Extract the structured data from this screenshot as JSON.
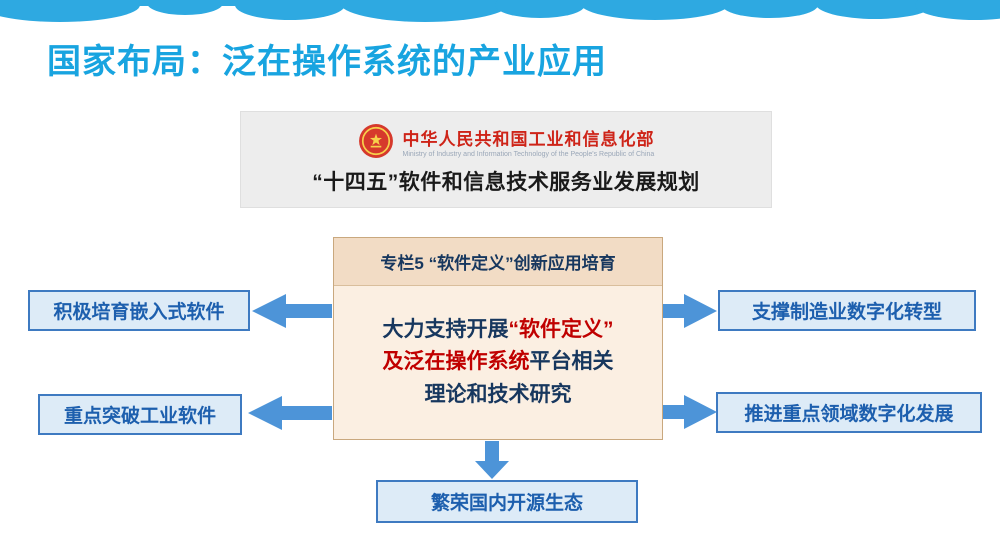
{
  "slide": {
    "title": "国家布局：泛在操作系统的产业应用"
  },
  "ministry": {
    "emblem_icon": "china-national-emblem-icon",
    "name": "中华人民共和国工业和信息化部",
    "name_en": "Ministry of Industry and Information Technology of the People's Republic of China",
    "plan_title": "“十四五”软件和信息技术服务业发展规划"
  },
  "center_box": {
    "header": "专栏5 “软件定义”创新应用培育",
    "body": {
      "seg1_dark": "大力支持开展",
      "seg2_red": "“软件定义”",
      "seg3_red": "及泛在操作系统",
      "seg4_dark": "平台相关",
      "seg5_dark": "理论和技术研究"
    }
  },
  "boxes": {
    "left_top": "积极培育嵌入式软件",
    "left_bottom": "重点突破工业软件",
    "right_top": "支撑制造业数字化转型",
    "right_bottom": "推进重点领域数字化发展",
    "bottom_center": "繁荣国内开源生态"
  },
  "colors": {
    "title_blue": "#18A4E0",
    "cloud_blue": "#2EA9E1",
    "ministry_red": "#CE2418",
    "accent_red": "#C00000",
    "dark_navy": "#17375E",
    "box_fill": "#DDEBF7",
    "box_border": "#3E7AC1",
    "box_text": "#1D5FAE",
    "arrow_blue": "#4D94D8",
    "panel_header_fill": "#F2DCC5",
    "panel_body_fill": "#FBEFE2",
    "gray_panel_fill": "#EDEDED"
  }
}
